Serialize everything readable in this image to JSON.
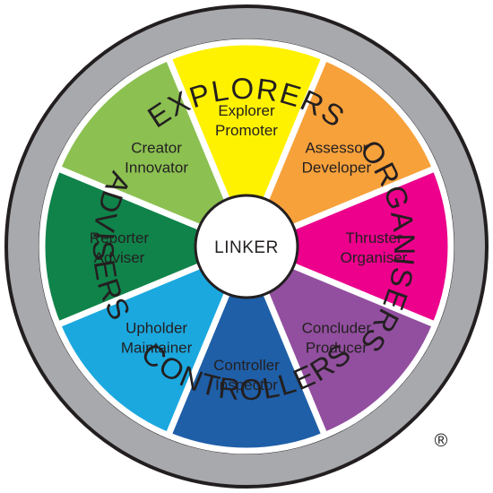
{
  "center": {
    "label": "LINKER"
  },
  "ring": {
    "top": "EXPLORERS",
    "bottom": "CONTROLLERS",
    "left": "ADVISERS",
    "right": "ORGANISERS"
  },
  "segments": [
    {
      "line1": "Explorer",
      "line2": "Promoter",
      "color": "#fff200"
    },
    {
      "line1": "Assessor",
      "line2": "Developer",
      "color": "#f7a13b"
    },
    {
      "line1": "Thruster",
      "line2": "Organiser",
      "color": "#ec008c"
    },
    {
      "line1": "Concluder",
      "line2": "Producer",
      "color": "#924f9f"
    },
    {
      "line1": "Controller",
      "line2": "Inspector",
      "color": "#1f5fa8"
    },
    {
      "line1": "Upholder",
      "line2": "Maintainer",
      "color": "#1ba8df"
    },
    {
      "line1": "Reporter",
      "line2": "Adviser",
      "color": "#10834a"
    },
    {
      "line1": "Creator",
      "line2": "Innovator",
      "color": "#8cc152"
    }
  ],
  "colors": {
    "ring": "#a7a9ac",
    "outline": "#231f20",
    "separator": "#ffffff",
    "center_fill": "#ffffff"
  },
  "trademark": "®"
}
